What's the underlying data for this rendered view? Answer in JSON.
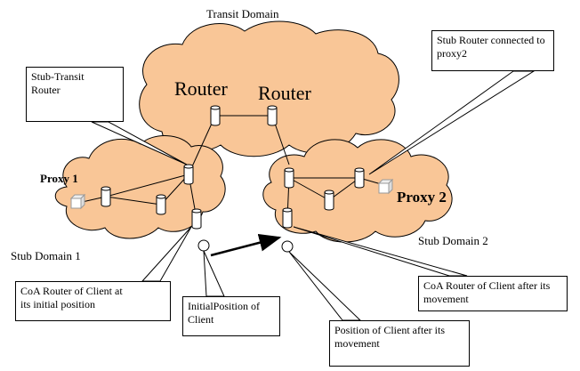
{
  "clouds": {
    "transit": {
      "title": "Transit Domain",
      "router_a": "Router",
      "router_b": "Router"
    },
    "stub1": {
      "label": "Stub Domain 1",
      "proxy": "Proxy 1"
    },
    "stub2": {
      "label": "Stub Domain 2",
      "proxy": "Proxy 2"
    }
  },
  "callouts": {
    "stub_transit": "Stub-Transit\nRouter",
    "stub_router_proxy2": "Stub Router connected to\nproxy2",
    "coa_initial": "CoA Router of Client at\nits initial position",
    "initial_position": "InitialPosition of\nClient",
    "coa_after": "CoA Router of Client after its\nmovement",
    "position_after": "Position of Client after its\nmovement"
  },
  "colors": {
    "cloud_fill": "#f9c697",
    "cloud_stroke": "#000000"
  },
  "icons": [
    "router-icon",
    "client-icon",
    "proxy-icon",
    "movement-arrow"
  ]
}
